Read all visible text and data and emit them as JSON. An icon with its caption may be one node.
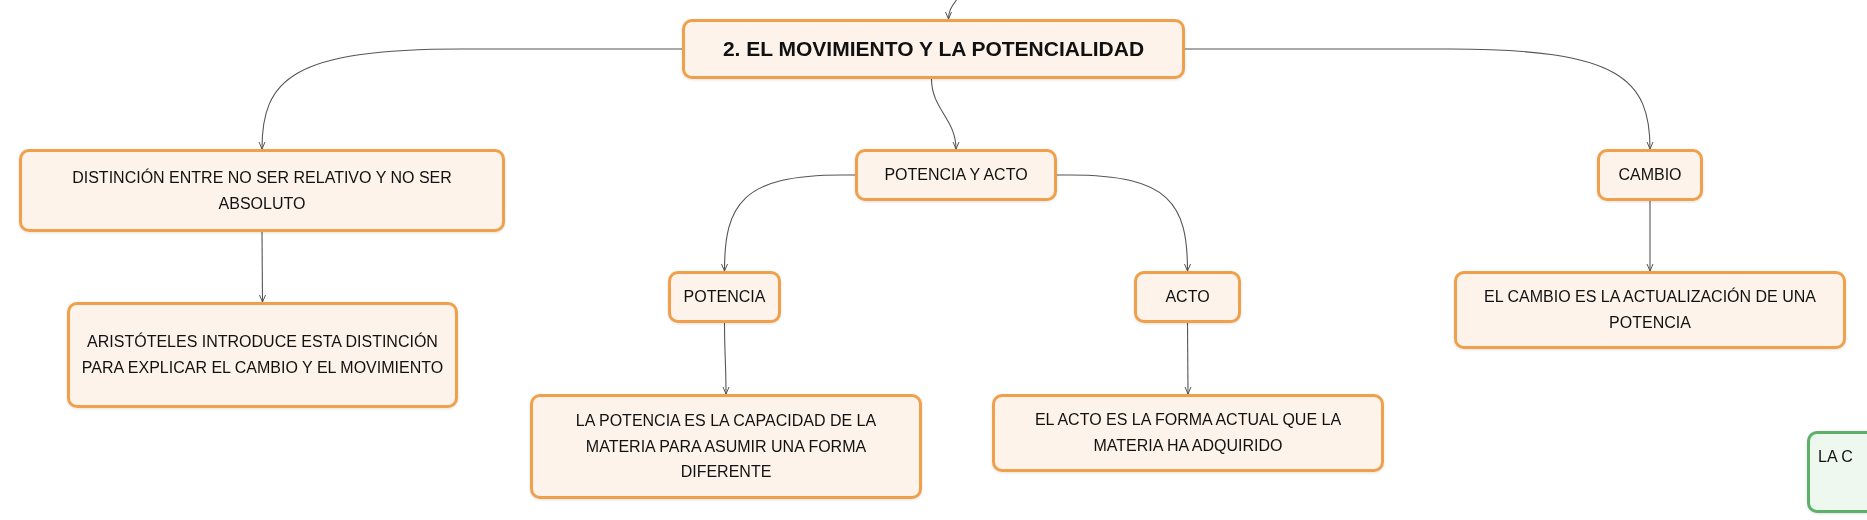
{
  "diagram": {
    "nodes": [
      {
        "text": [
          "2. EL MOVIMIENTO Y LA POTENCIALIDAD"
        ]
      },
      {
        "text": [
          "DISTINCIÓN ENTRE NO SER RELATIVO Y NO SER ABSOLUTO"
        ]
      },
      {
        "text": [
          "ARISTÓTELES INTRODUCE ESTA DISTINCIÓN PARA EXPLICAR EL CAMBIO Y EL MOVIMIENTO"
        ]
      },
      {
        "text": [
          "POTENCIA Y ACTO"
        ]
      },
      {
        "text": [
          "POTENCIA"
        ]
      },
      {
        "text": [
          "ACTO"
        ]
      },
      {
        "text": [
          "LA POTENCIA ES LA CAPACIDAD DE LA MATERIA PARA ASUMIR UNA FORMA DIFERENTE"
        ]
      },
      {
        "text": [
          "EL ACTO ES LA FORMA ACTUAL QUE LA MATERIA HA ADQUIRIDO"
        ]
      },
      {
        "text": [
          "CAMBIO"
        ]
      },
      {
        "text": [
          "EL CAMBIO ES LA ACTUALIZACIÓN DE UNA POTENCIA"
        ]
      },
      {
        "text": [
          "LA C"
        ]
      }
    ],
    "edges": [
      {
        "from": null,
        "to": 0,
        "arrow": "to"
      },
      {
        "from": 0,
        "to": 1,
        "arrow": "to"
      },
      {
        "from": 0,
        "to": 3,
        "arrow": "to"
      },
      {
        "from": 0,
        "to": 8,
        "arrow": "to"
      },
      {
        "from": 1,
        "to": 2,
        "arrow": "to"
      },
      {
        "from": 3,
        "to": 4,
        "arrow": "to"
      },
      {
        "from": 3,
        "to": 5,
        "arrow": "to"
      },
      {
        "from": 4,
        "to": 6,
        "arrow": "to"
      },
      {
        "from": 5,
        "to": 7,
        "arrow": "to"
      },
      {
        "from": 8,
        "to": 9,
        "arrow": "to"
      }
    ]
  }
}
